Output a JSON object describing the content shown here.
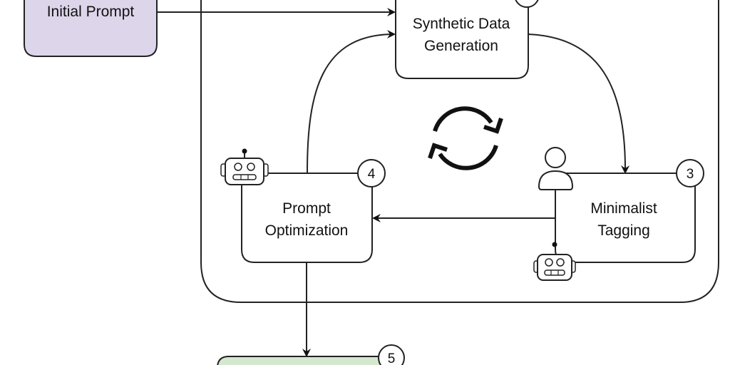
{
  "diagram": {
    "colors": {
      "initial_prompt_fill": "#ddd5ea",
      "final_fill": "#d5e8cf",
      "stroke": "#222222",
      "background": "#ffffff"
    },
    "nodes": {
      "initial_prompt": {
        "label": "Initial Prompt"
      },
      "synthetic_data": {
        "label_line1": "Synthetic Data",
        "label_line2": "Generation",
        "step": ""
      },
      "minimalist_tagging": {
        "label_line1": "Minimalist",
        "label_line2": "Tagging",
        "step": "3",
        "actors": [
          "person-icon",
          "robot-icon"
        ]
      },
      "prompt_optimization": {
        "label_line1": "Prompt",
        "label_line2": "Optimization",
        "step": "4",
        "actors": [
          "robot-icon"
        ]
      },
      "final_output": {
        "label": "",
        "step": "5"
      }
    },
    "center_icon": "refresh-cycle-icon",
    "edges": [
      {
        "from": "initial_prompt",
        "to": "synthetic_data"
      },
      {
        "from": "prompt_optimization",
        "to": "synthetic_data"
      },
      {
        "from": "synthetic_data",
        "to": "minimalist_tagging"
      },
      {
        "from": "minimalist_tagging",
        "to": "prompt_optimization"
      },
      {
        "from": "prompt_optimization",
        "to": "final_output"
      }
    ]
  }
}
